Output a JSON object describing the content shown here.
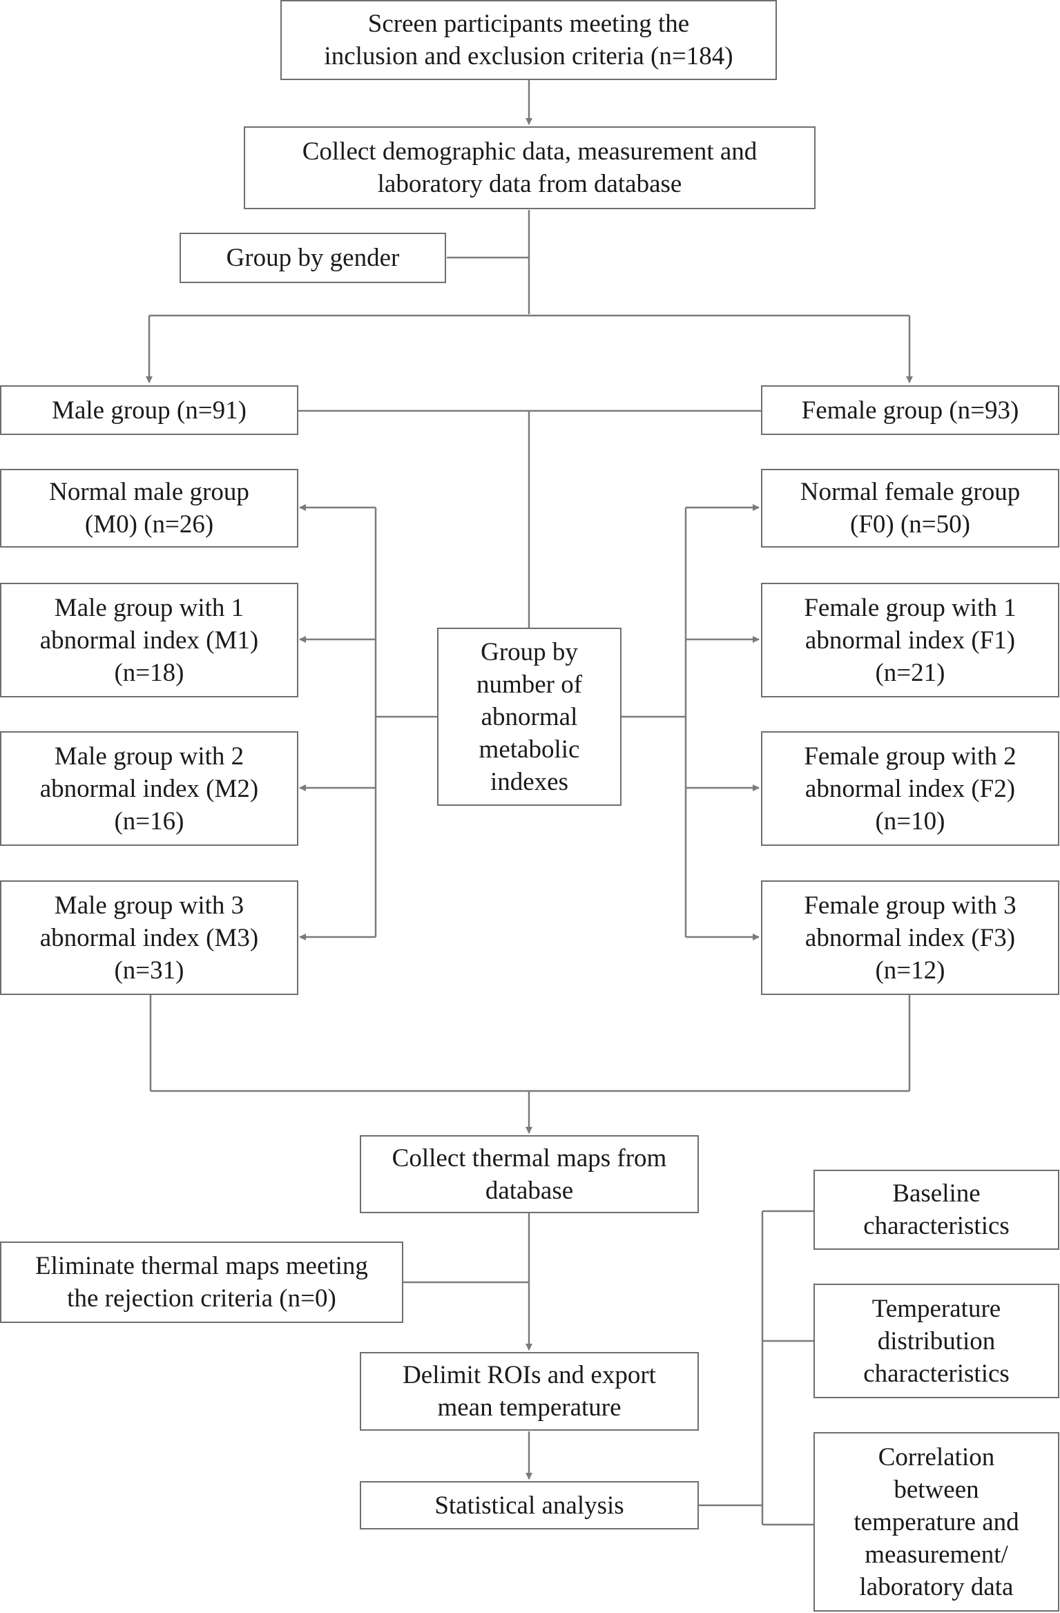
{
  "nodes": {
    "screen": {
      "lines": [
        "Screen participants meeting the",
        "inclusion and exclusion criteria (n=184)"
      ]
    },
    "collect_demo": {
      "lines": [
        "Collect demographic data, measurement and",
        "laboratory data from database"
      ]
    },
    "group_gender": {
      "lines": [
        "Group by gender"
      ]
    },
    "male": {
      "lines": [
        "Male group (n=91)"
      ]
    },
    "female": {
      "lines": [
        "Female group (n=93)"
      ]
    },
    "m0": {
      "lines": [
        "Normal male group",
        "(M0) (n=26)"
      ]
    },
    "m1": {
      "lines": [
        "Male group with 1",
        "abnormal index (M1)",
        "(n=18)"
      ]
    },
    "m2": {
      "lines": [
        "Male group with 2",
        "abnormal index (M2)",
        "(n=16)"
      ]
    },
    "m3": {
      "lines": [
        "Male group with 3",
        "abnormal index (M3)",
        "(n=31)"
      ]
    },
    "group_abnormal": {
      "lines": [
        "Group by",
        "number of",
        "abnormal",
        "metabolic",
        "indexes"
      ]
    },
    "f0": {
      "lines": [
        "Normal female group",
        "(F0) (n=50)"
      ]
    },
    "f1": {
      "lines": [
        "Female group with 1",
        "abnormal index (F1)",
        "(n=21)"
      ]
    },
    "f2": {
      "lines": [
        "Female group with 2",
        "abnormal index (F2)",
        "(n=10)"
      ]
    },
    "f3": {
      "lines": [
        "Female group with 3",
        "abnormal index (F3)",
        "(n=12)"
      ]
    },
    "collect_thermal": {
      "lines": [
        "Collect thermal maps from",
        "database"
      ]
    },
    "eliminate": {
      "lines": [
        "Eliminate thermal maps meeting",
        "the rejection criteria (n=0)"
      ]
    },
    "delimit": {
      "lines": [
        "Delimit ROIs and export",
        "mean temperature"
      ]
    },
    "stats": {
      "lines": [
        "Statistical analysis"
      ]
    },
    "baseline": {
      "lines": [
        "Baseline",
        "characteristics"
      ]
    },
    "temp_dist": {
      "lines": [
        "Temperature",
        "distribution",
        "characteristics"
      ]
    },
    "correlation": {
      "lines": [
        "Correlation",
        "between",
        "temperature and",
        "measurement/",
        "laboratory data"
      ]
    }
  },
  "colors": {
    "line": "#7a7a7a",
    "border": "#6e6e6e",
    "text": "#1a1a1a"
  }
}
